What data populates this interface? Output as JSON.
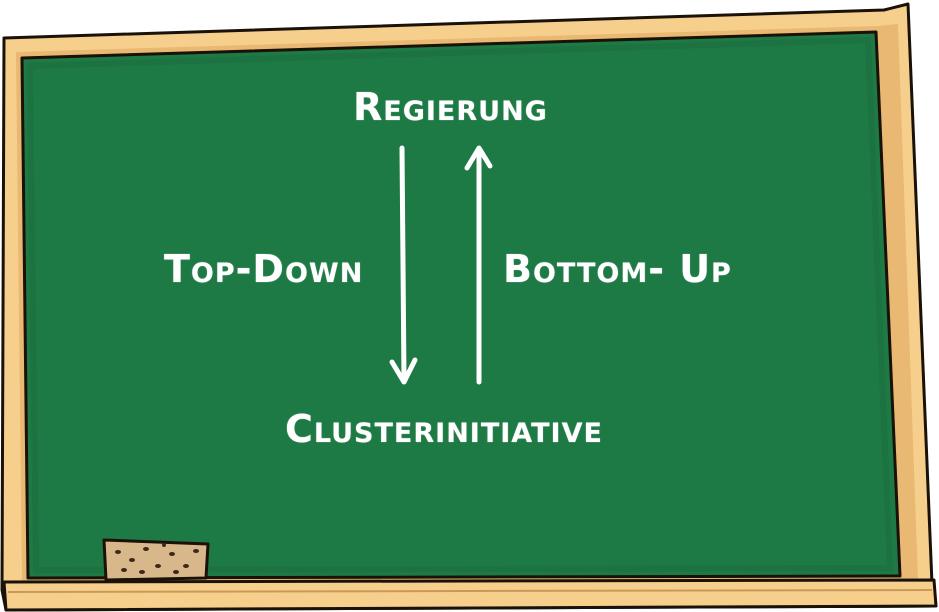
{
  "diagram": {
    "top_node": "Regierung",
    "bottom_node": "Clusterinitiative",
    "down_arrow_label": "Top-Down",
    "up_arrow_label": "Bottom- Up"
  },
  "colors": {
    "board": "#1e7a45",
    "board_edge": "#10552c",
    "frame": "#f6cf8d",
    "frame_shadow": "#c99a55",
    "outline": "#1a1208",
    "chalk": "#ffffff",
    "eraser": "#d8b78a",
    "eraser_dots": "#3a2a18"
  },
  "icons": {
    "down_arrow": "arrow-down-icon",
    "up_arrow": "arrow-up-icon",
    "eraser": "eraser-icon"
  }
}
